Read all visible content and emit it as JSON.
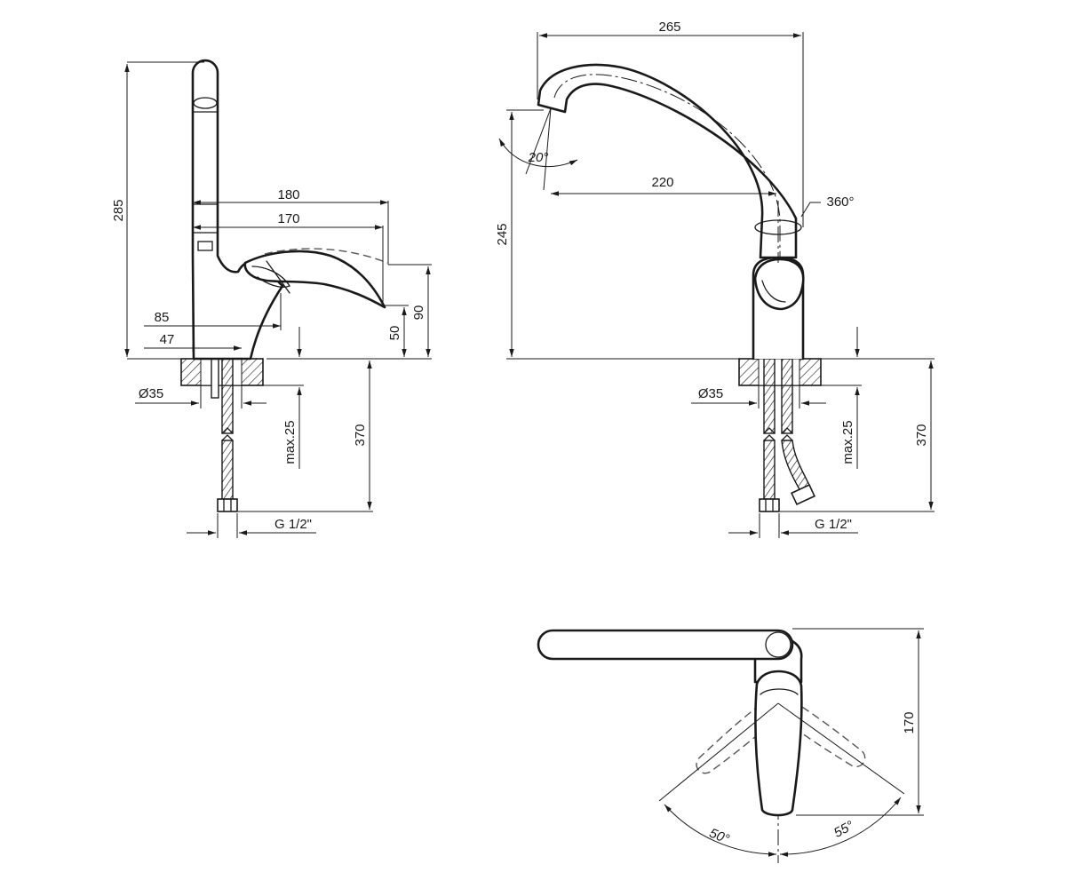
{
  "colors": {
    "line": "#1a1a1a",
    "background": "#ffffff",
    "hatch": "#1a1a1a"
  },
  "side_view": {
    "overall_height": "285",
    "lever_reach_max": "180",
    "lever_reach": "170",
    "body_depth": "85",
    "spout_offset": "47",
    "lever_drop": "90",
    "lever_tip_height": "50",
    "hole_diameter": "Ø35",
    "max_counter_thickness": "max.25",
    "hose_length": "370",
    "connection_thread": "G 1/2\""
  },
  "front_view": {
    "spout_reach_total": "265",
    "spout_reach": "220",
    "spout_height": "245",
    "swivel_angle": "360°",
    "spout_tilt": "20°",
    "hole_diameter": "Ø35",
    "max_counter_thickness": "max.25",
    "hose_length": "370",
    "connection_thread": "G 1/2\""
  },
  "top_view": {
    "depth": "170",
    "lever_angle_left": "50°",
    "lever_angle_right": "55°"
  }
}
